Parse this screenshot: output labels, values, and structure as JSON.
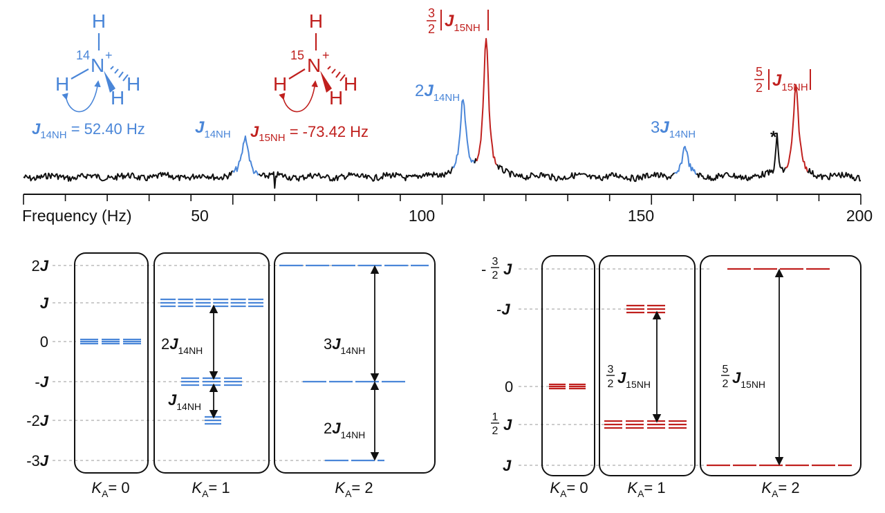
{
  "colors": {
    "n14": "#4a86d8",
    "n15": "#c0201e",
    "ink": "#111111",
    "guide": "#9a9a9a"
  },
  "molecules": {
    "n14": {
      "h": "H",
      "n": "N",
      "iso": "14",
      "charge": "+",
      "j_symbol": "J",
      "j_sub": "14NH",
      "j_value": " = 52.40 Hz"
    },
    "n15": {
      "h": "H",
      "n": "N",
      "iso": "15",
      "charge": "+",
      "j_symbol": "J",
      "j_sub": "15NH",
      "j_value": " = -73.42 Hz"
    }
  },
  "spectrum": {
    "axis_label": "Frequency (Hz)",
    "ticks": [
      "50",
      "100",
      "150",
      "200"
    ],
    "xlim": [
      0,
      200
    ],
    "asterisk": "*",
    "peaks": [
      {
        "x": 53.0,
        "h": 0.28,
        "w": 0.95,
        "series": "n14"
      },
      {
        "x": 105.0,
        "h": 0.55,
        "w": 0.8,
        "series": "n14"
      },
      {
        "x": 110.5,
        "h": 1.0,
        "w": 0.75,
        "series": "n15"
      },
      {
        "x": 158.0,
        "h": 0.22,
        "w": 0.8,
        "series": "n14"
      },
      {
        "x": 180.0,
        "h": 0.29,
        "w": 0.35,
        "series": "ink"
      },
      {
        "x": 184.5,
        "h": 0.64,
        "w": 0.8,
        "series": "n15"
      }
    ],
    "labels": {
      "p1": {
        "coef": "",
        "sym": "J",
        "sub": "14NH"
      },
      "p2": {
        "coef": "2",
        "sym": "J",
        "sub": "14NH"
      },
      "p3": {
        "num": "3",
        "den": "2",
        "sym": "J",
        "sub": "15NH"
      },
      "p4": {
        "coef": "3",
        "sym": "J",
        "sub": "14NH"
      },
      "p5": {
        "num": "5",
        "den": "2",
        "sym": "J",
        "sub": "15NH"
      }
    }
  },
  "diagram14": {
    "levels": [
      "2J",
      "J",
      "0",
      "-J",
      "-2J",
      "-3J"
    ],
    "level_parts": [
      {
        "pre": "2",
        "j": "J"
      },
      {
        "pre": "",
        "j": "J"
      },
      {
        "pre": "0",
        "j": ""
      },
      {
        "pre": "-",
        "j": "J"
      },
      {
        "pre": "-2",
        "j": "J"
      },
      {
        "pre": "-3",
        "j": "J"
      }
    ],
    "boxes": [
      {
        "k": "K",
        "sub": "A",
        "eq": "= 0"
      },
      {
        "k": "K",
        "sub": "A",
        "eq": "= 1"
      },
      {
        "k": "K",
        "sub": "A",
        "eq": "= 2"
      }
    ],
    "transitions": [
      {
        "coef": "2",
        "sym": "J",
        "sub": "14NH"
      },
      {
        "coef": "",
        "sym": "J",
        "sub": "14NH"
      },
      {
        "coef": "3",
        "sym": "J",
        "sub": "14NH"
      },
      {
        "coef": "2",
        "sym": "J",
        "sub": "14NH"
      }
    ]
  },
  "diagram15": {
    "levels": [
      {
        "sign": "-",
        "num": "3",
        "den": "2",
        "j": "J"
      },
      {
        "sign": "-",
        "num": "",
        "den": "",
        "j": "J"
      },
      {
        "sign": "",
        "num": "",
        "den": "",
        "j": "0"
      },
      {
        "sign": "",
        "num": "1",
        "den": "2",
        "j": "J"
      },
      {
        "sign": "",
        "num": "",
        "den": "",
        "j": "J"
      }
    ],
    "boxes": [
      {
        "k": "K",
        "sub": "A",
        "eq": "= 0"
      },
      {
        "k": "K",
        "sub": "A",
        "eq": "= 1"
      },
      {
        "k": "K",
        "sub": "A",
        "eq": "= 2"
      }
    ],
    "transitions": [
      {
        "num": "3",
        "den": "2",
        "sym": "J",
        "sub": "15NH"
      },
      {
        "num": "5",
        "den": "2",
        "sym": "J",
        "sub": "15NH"
      }
    ]
  }
}
